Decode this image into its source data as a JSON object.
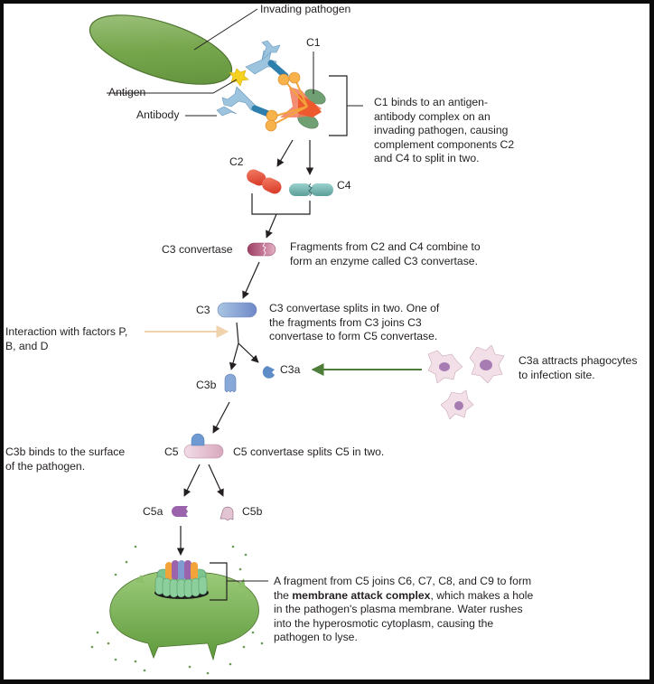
{
  "title": "Complement cascade (classical pathway) leading to membrane attack complex",
  "labels": {
    "invading_pathogen": "Invading pathogen",
    "antigen": "Antigen",
    "antibody": "Antibody",
    "c1": "C1",
    "c2": "C2",
    "c4": "C4",
    "c3_convertase": "C3 convertase",
    "c3": "C3",
    "c3a": "C3a",
    "c3b": "C3b",
    "c5": "C5",
    "c5a": "C5a",
    "c5b": "C5b"
  },
  "descriptions": {
    "step1": "C1 binds to an antigen-\nantibody complex on an\ninvading pathogen, causing\ncomplement components C2\nand C4 to split in two.",
    "step2": "Fragments from C2 and C4 combine to\nform an enzyme called C3 convertase.",
    "step3": "C3 convertase splits in two. One of\nthe fragments from C3 joins C3\nconvertase to form C5 convertase.",
    "factors": "Interaction with factors P,\nB, and D",
    "c3a_effect": "C3a attracts phagocytes\nto infection site.",
    "c3b_effect": "C3b binds to the surface\nof the pathogen.",
    "step4": "C5 convertase splits C5 in two.",
    "mac_prefix": "A fragment  from C5 joins C6, C7, C8, and C9 to form\nthe ",
    "mac_bold": "membrane attack complex",
    "mac_suffix": ", which makes a hole\nin the pathogen's plasma membrane. Water rushes\ninto the hyperosmotic cytoplasm, causing the\npathogen to lyse."
  },
  "colors": {
    "pathogen_green": "#6e9e45",
    "antibody_blue": "#8fb8d8",
    "c1_orange": "#f2743f",
    "c1_green": "#6f9f72",
    "c2_red": "#e8452f",
    "c4_teal": "#6fb1ad",
    "c3_convertase": "#b45c7c",
    "c3_blue": "#7f9bd0",
    "factor_arrow": "#f0d3ac",
    "c3a_arrow": "#4e7d3a",
    "phagocyte": "#f0dbe3",
    "c5_pink": "#e6c3d2",
    "c5a_purple": "#9a63ab",
    "mac_green": "#7cc48f"
  }
}
